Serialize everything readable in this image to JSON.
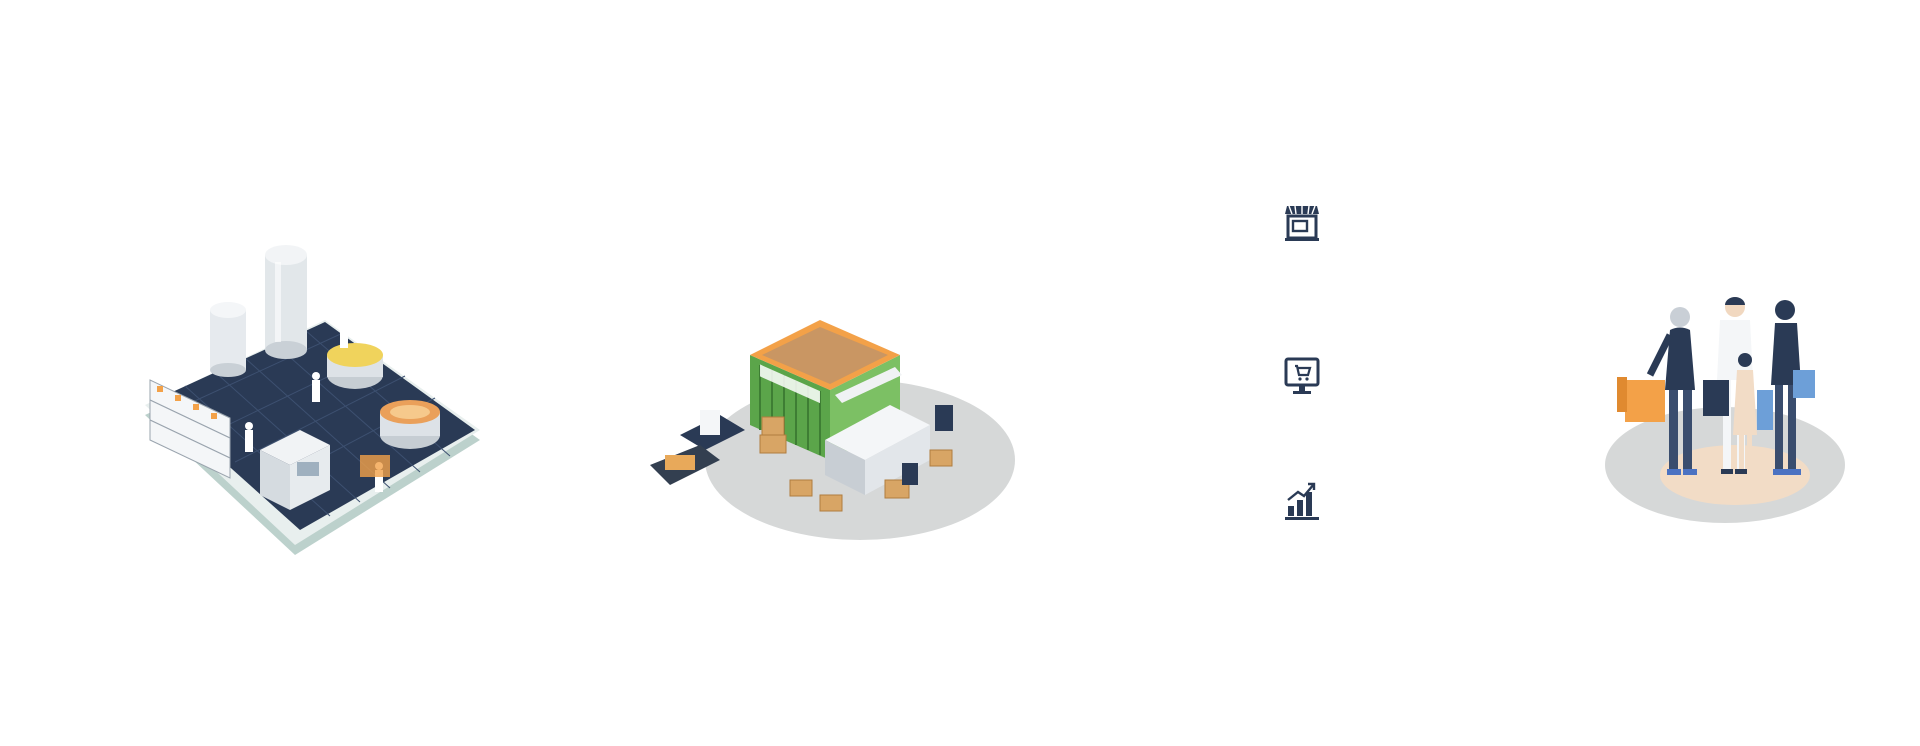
{
  "colors": {
    "navy": "#2a3a55",
    "orange": "#f3a148",
    "green": "#5ba54a",
    "cardboard": "#d8a565",
    "platform_gray": "#d6d8d8",
    "skin_beige": "#f2dcc6",
    "light_blue": "#6d9fd8"
  },
  "illustrations": [
    {
      "name": "factory-production-line",
      "icon": "factory-illustration"
    },
    {
      "name": "warehouse-distribution",
      "icon": "warehouse-illustration"
    },
    {
      "name": "family-shopping",
      "icon": "shoppers-illustration"
    }
  ],
  "channel_icons": [
    "storefront-icon",
    "online-shop-icon",
    "growth-chart-icon"
  ]
}
